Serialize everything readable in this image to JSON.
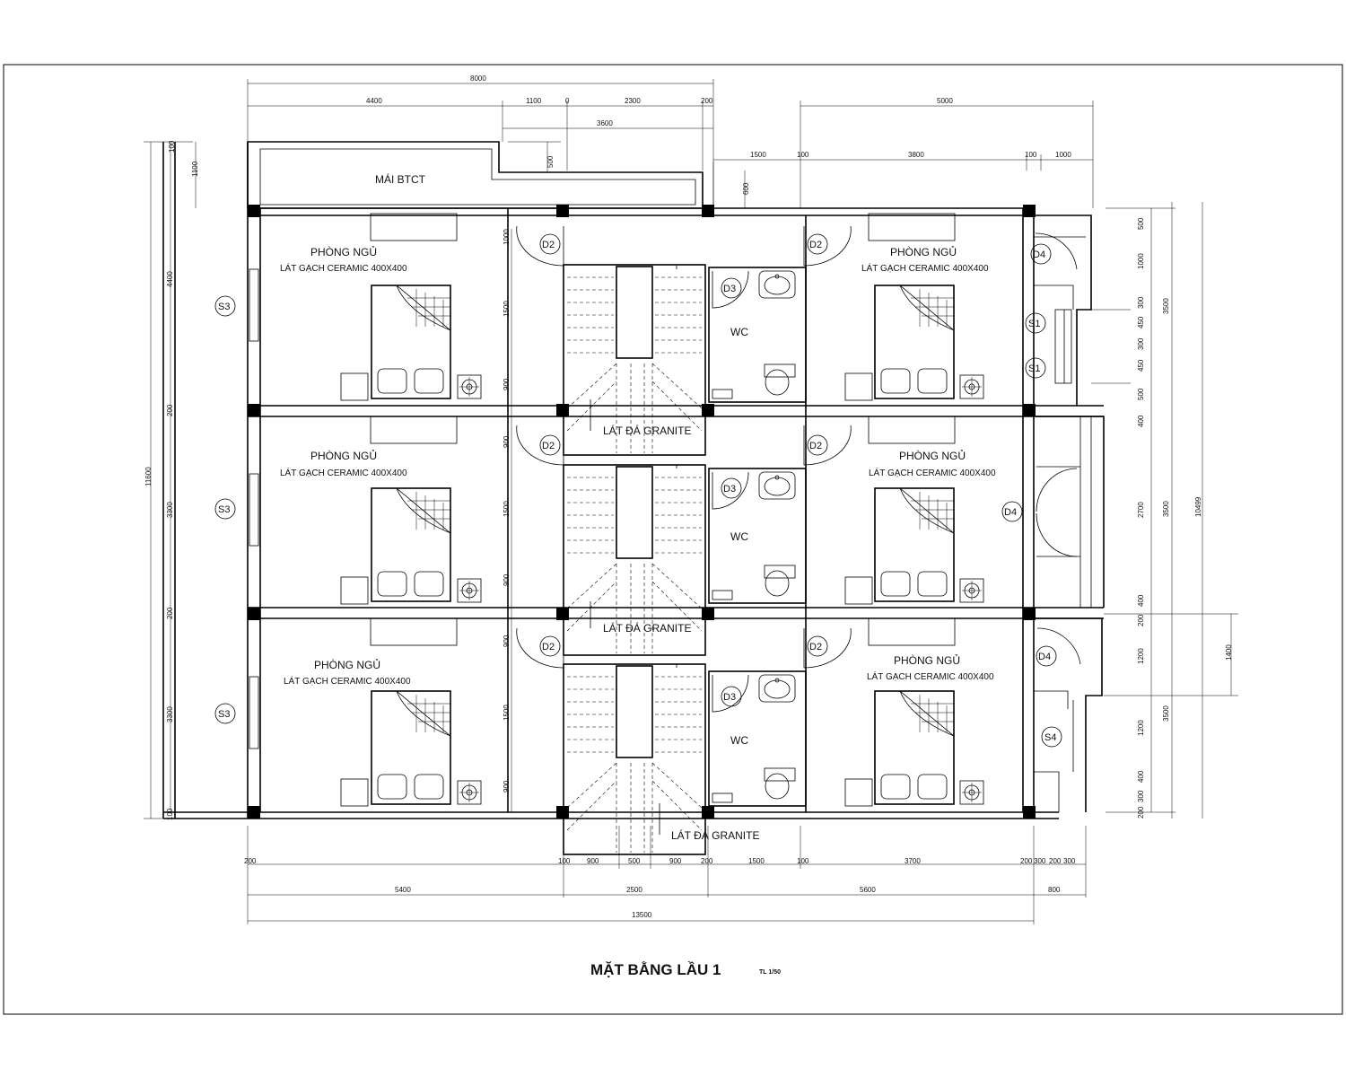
{
  "title": "MẶT BẰNG LẦU 1",
  "scale": "TL 1/50",
  "labels": {
    "roof": "MÁI BTCT",
    "bedroom": "PHÒNG NGỦ",
    "tile_row1_left": "LÁT GẠCH CERAMIC 400X400",
    "tile_row1_right": "LÁT GẠCH CERAMIC 400X400",
    "tile_row2_left": "LÁT GẠCH CERAMIC 400X400",
    "tile_row2_right": "LÁT GẠCH CERAMIC 400X400",
    "tile_row3_left": "LÁT GẠCH CERAMIC 400X400",
    "tile_row3_right": "LÁT GẠCH CERAMIC 400X400",
    "wc": "WC",
    "granite": "LÁT ĐÁ GRANITE"
  },
  "tags": {
    "d2": "D2",
    "d3": "D3",
    "d4": "D4",
    "s1": "S1",
    "s3": "S3",
    "s4": "S4"
  },
  "dimensions": {
    "top_overall": "8000",
    "top_4400": "4400",
    "top_1100": "1100",
    "top_0": "0",
    "top_2300": "2300",
    "top_200": "200",
    "top_3600": "3600",
    "top_500": "500",
    "top_5000": "5000",
    "top_1500": "1500",
    "top_100a": "100",
    "top_3800": "3800",
    "top_100b": "100",
    "top_1000": "1000",
    "top_600": "600",
    "left_100": "100",
    "left_1100": "1100",
    "left_4400": "4400",
    "left_overall": "11600",
    "left_200a": "200",
    "left_3300a": "3300",
    "left_200b": "200",
    "left_3300b": "3300",
    "left_100b": "100",
    "stair_1000a": "1000",
    "stair_1500a": "1500",
    "stair_900a": "900",
    "stair_900b": "900",
    "stair_1500b": "1500",
    "stair_900c": "900",
    "stair_900d": "900",
    "stair_1500c": "1500",
    "stair_900e": "900",
    "right_500a": "500",
    "right_1000": "1000",
    "right_300a": "300",
    "right_450a": "450",
    "right_300b": "300",
    "right_450b": "450",
    "right_500b": "500",
    "right_400a": "400",
    "right_2700": "2700",
    "right_400b": "400",
    "right_200": "200",
    "right_1200a": "1200",
    "right_1200b": "1200",
    "right_400c": "400",
    "right_300c": "300",
    "right_200b": "200",
    "right_3500a": "3500",
    "right_3500b": "3500",
    "right_3500c": "3500",
    "right_10499": "10499",
    "right_1400": "1400",
    "bottom_200a": "200",
    "bottom_100a": "100",
    "bottom_900a": "900",
    "bottom_500": "500",
    "bottom_900b": "900",
    "bottom_200b": "200",
    "bottom_1500": "1500",
    "bottom_100b": "100",
    "bottom_3700": "3700",
    "bottom_200c": "200",
    "bottom_300a": "300",
    "bottom_200d": "200",
    "bottom_300b": "300",
    "bottom_5400": "5400",
    "bottom_2500": "2500",
    "bottom_5600": "5600",
    "bottom_800": "800",
    "bottom_overall": "13500"
  }
}
